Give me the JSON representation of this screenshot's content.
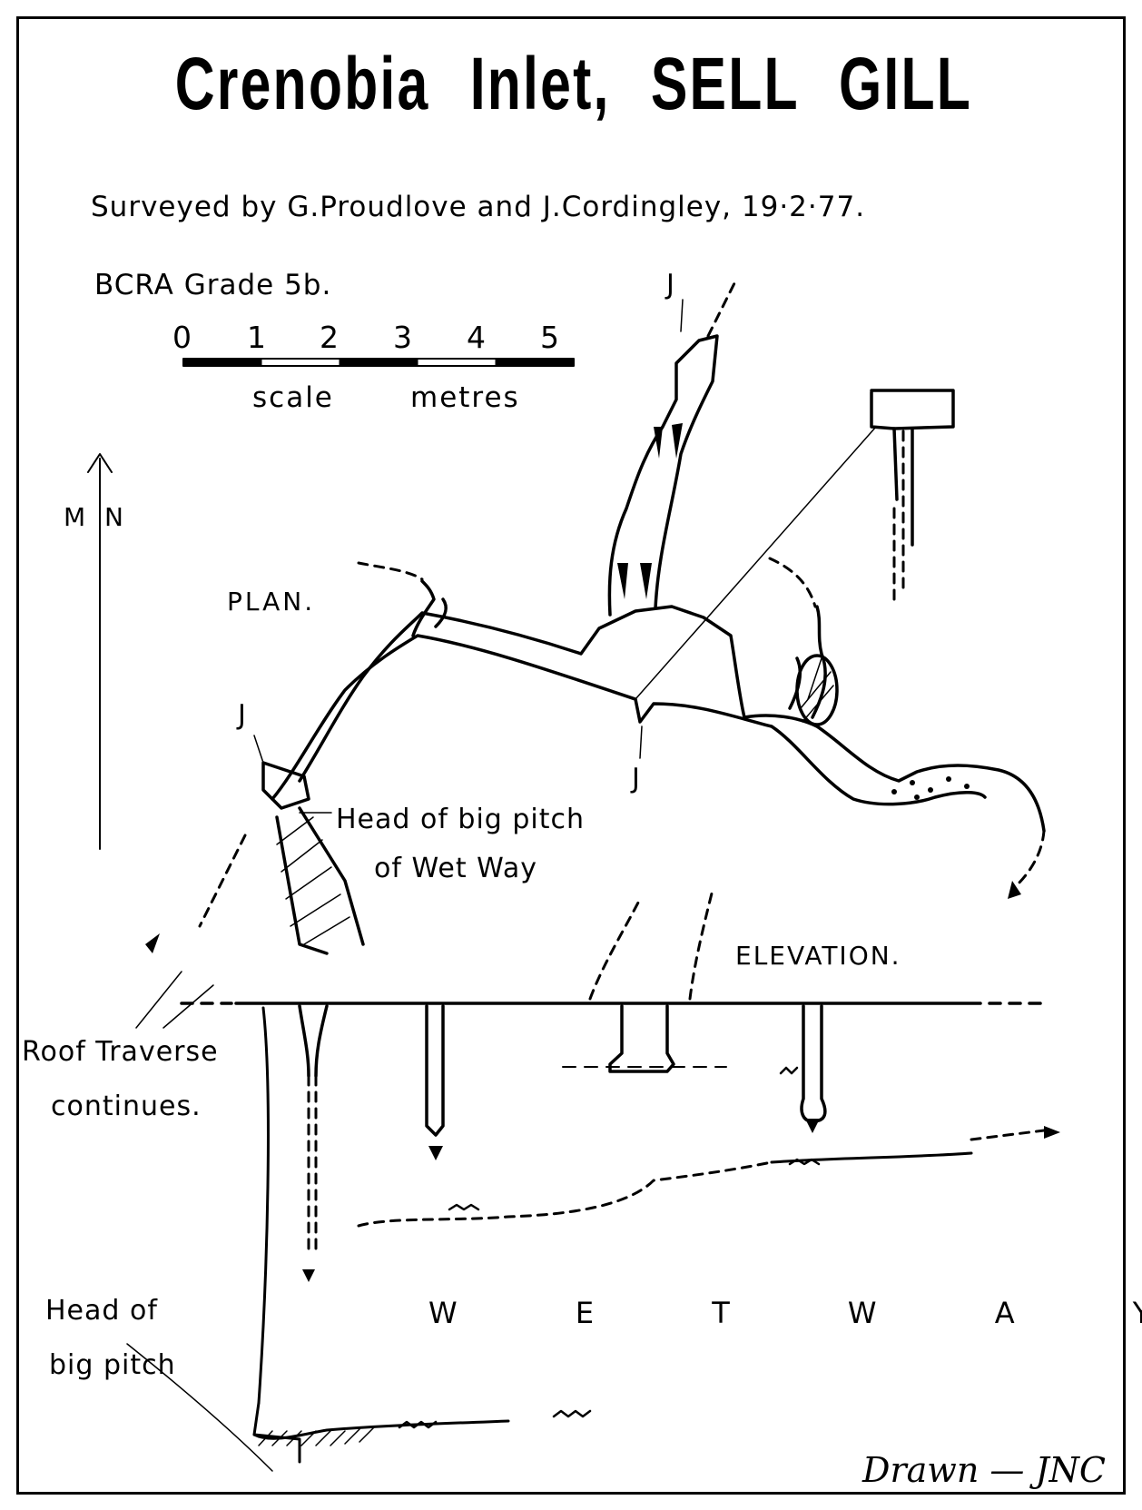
{
  "title": "Crenobia Inlet, SELL GILL",
  "surveyed": "Surveyed by G.Proudlove and J.Cordingley, 19·2·77.",
  "grade": "BCRA Grade 5b.",
  "scale": {
    "ticks": [
      "0",
      "1",
      "2",
      "3",
      "4",
      "5"
    ],
    "label_left": "scale",
    "label_right": "metres"
  },
  "north": {
    "label": "M N"
  },
  "plan": {
    "label": "PLAN.",
    "junction_labels": [
      "J",
      "J",
      "J"
    ],
    "note_line1": "Head of big pitch",
    "note_line2": "of Wet Way"
  },
  "elevation": {
    "label": "ELEVATION.",
    "roof_line1": "Roof Traverse",
    "roof_line2": "continues.",
    "head_line1": "Head of",
    "head_line2": "big pitch",
    "wet_way": "W E T   W A Y"
  },
  "drawn": "Drawn — JNC",
  "colors": {
    "ink": "#000000",
    "paper": "#ffffff"
  }
}
